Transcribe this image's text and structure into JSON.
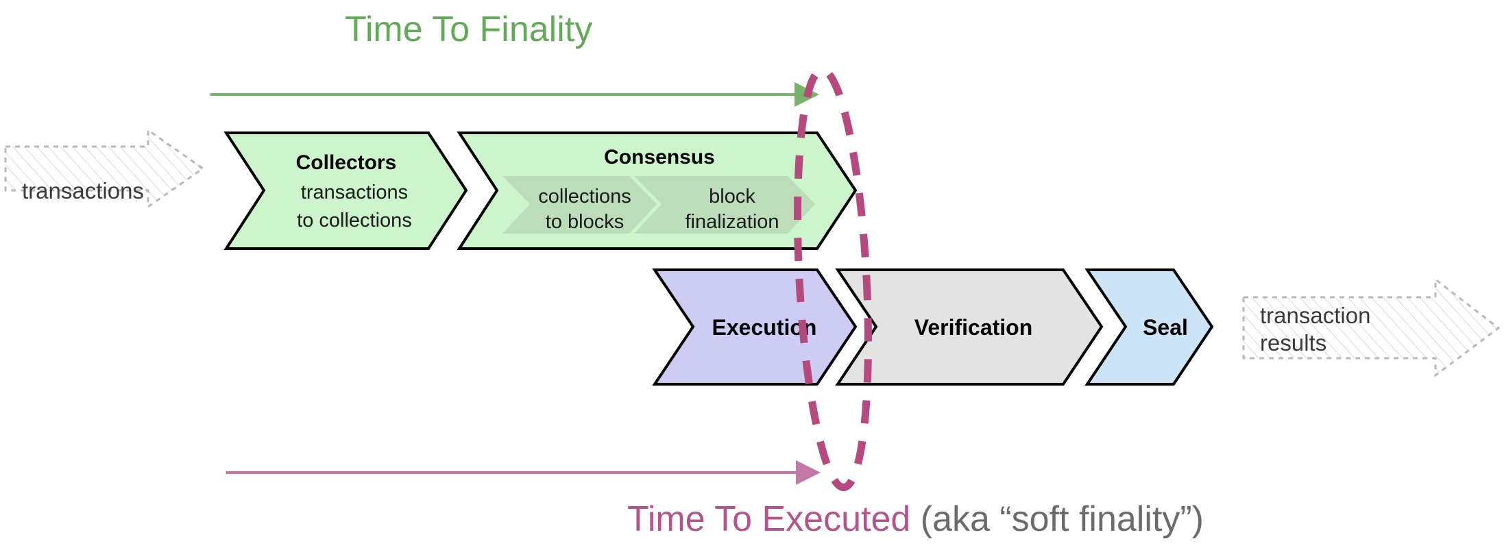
{
  "diagram": {
    "title_top": "Time To Finality",
    "title_bottom_emphasis": "Time To Executed",
    "title_bottom_rest": " (aka “soft finality”)",
    "colors": {
      "green_accent": "#64a85a",
      "pink_accent": "#b2558c",
      "pink_dashed": "#b44a7e",
      "green_fill": "#ccf5cc",
      "green_inner_fill": "#bcddb9",
      "purple_fill": "#ccccf5",
      "gray_fill": "#e3e3e3",
      "blue_fill": "#cbe4f7",
      "stroke": "#000000",
      "ghost_stroke": "#b8b8b8"
    }
  },
  "input_node": {
    "label": "transactions",
    "name": "transactions-input"
  },
  "output_node": {
    "label_line1": "transaction",
    "label_line2": "results",
    "name": "transaction-results-output"
  },
  "top_row": [
    {
      "id": "collectors",
      "title": "Collectors",
      "sub_line1": "transactions",
      "sub_line2": "to collections",
      "fill": "#ccf5cc"
    },
    {
      "id": "consensus",
      "title": "Consensus",
      "fill": "#ccf5cc",
      "inner": [
        {
          "id": "collections-to-blocks",
          "line1": "collections",
          "line2": "to blocks",
          "fill": "#bcddb9"
        },
        {
          "id": "block-finalization",
          "line1": "block",
          "line2": "finalization",
          "fill": "#bcddb9"
        }
      ]
    }
  ],
  "bottom_row": [
    {
      "id": "execution",
      "label": "Execution",
      "fill": "#ccccf5"
    },
    {
      "id": "verification",
      "label": "Verification",
      "fill": "#e3e3e3"
    },
    {
      "id": "seal",
      "label": "Seal",
      "fill": "#cbe4f7"
    }
  ],
  "annotations": {
    "finality_arrow_name": "time-to-finality-arrow",
    "executed_arrow_name": "time-to-executed-arrow",
    "finality_marker_name": "finality-boundary-ellipse"
  }
}
